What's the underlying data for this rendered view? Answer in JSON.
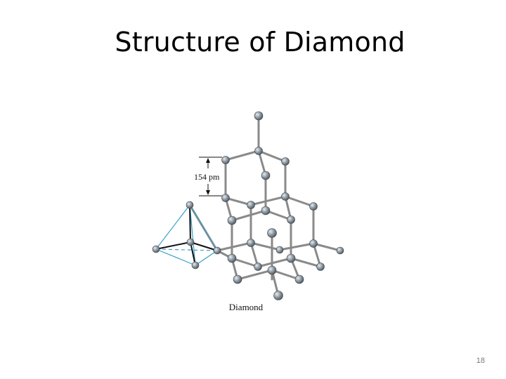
{
  "slide": {
    "title": "Structure of Diamond",
    "page_number": "18"
  },
  "figure": {
    "bond_length_label": "154 pm",
    "caption": "Diamond"
  },
  "colors": {
    "bond": "#8a8a8a",
    "atom": "#8c96a0",
    "tetrahedron": "#3aa0c8"
  }
}
